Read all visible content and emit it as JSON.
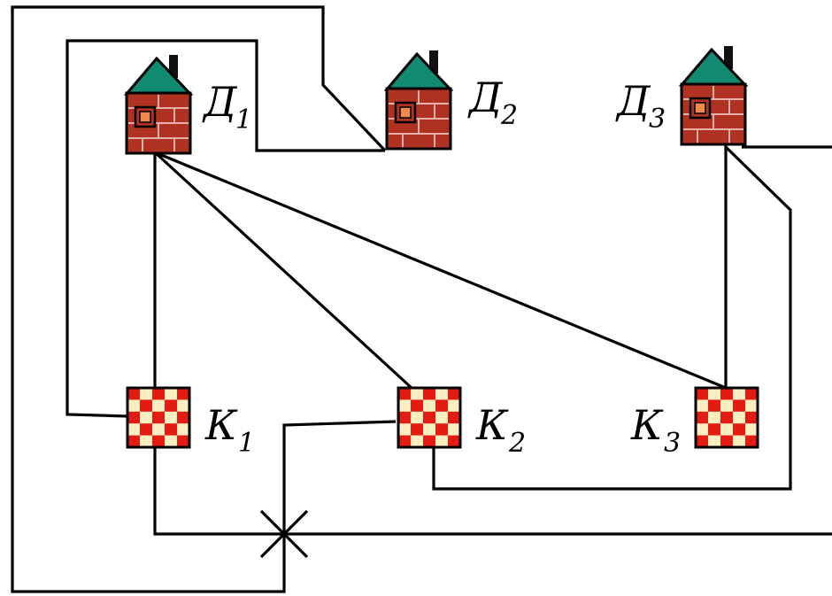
{
  "houses": [
    {
      "id": "d1",
      "letter": "Д",
      "index": "1"
    },
    {
      "id": "d2",
      "letter": "Д",
      "index": "2"
    },
    {
      "id": "d3",
      "letter": "Д",
      "index": "3"
    }
  ],
  "wells": [
    {
      "id": "k1",
      "letter": "К",
      "index": "1"
    },
    {
      "id": "k2",
      "letter": "К",
      "index": "2"
    },
    {
      "id": "k3",
      "letter": "К",
      "index": "3"
    }
  ],
  "colors": {
    "brick": "#b03223",
    "brick_mortar": "#e8b0a8",
    "roof": "#128a72",
    "chimney": "#111111",
    "window_fill": "#f08a4a",
    "tile_red": "#e21b13",
    "tile_cream": "#fbeec0",
    "line": "#000000"
  },
  "icons": {
    "house": "brick-house-icon",
    "well": "checkered-well-icon",
    "crossing": "path-crossing-mark"
  }
}
